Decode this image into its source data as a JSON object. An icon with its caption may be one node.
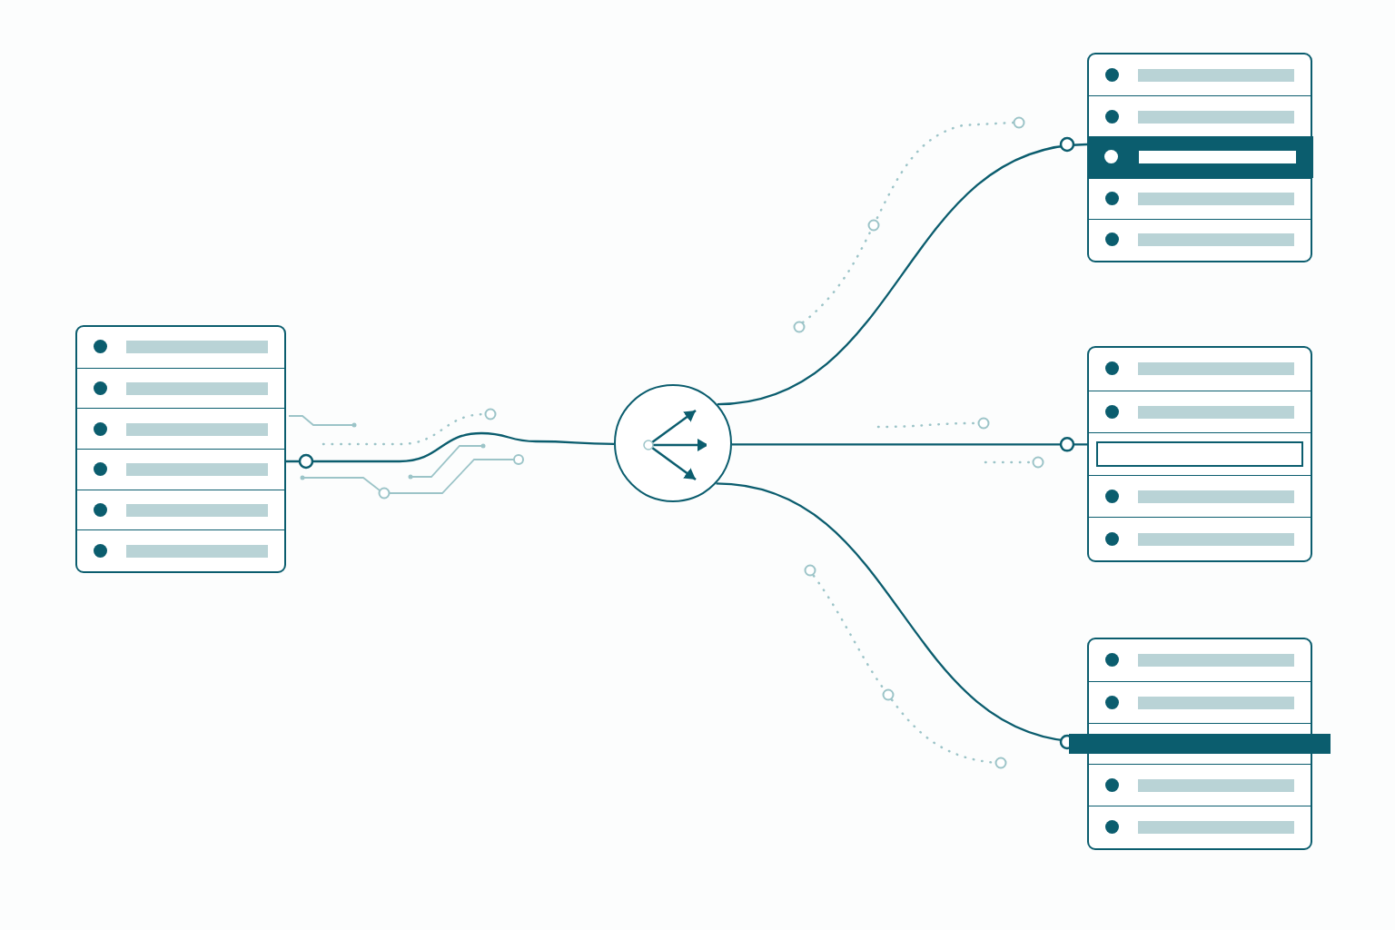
{
  "diagram": {
    "nodes": [
      {
        "text": [],
        "shape": "box"
      },
      {
        "text": [],
        "shape": "circle"
      },
      {
        "text": [],
        "shape": "box"
      },
      {
        "text": [],
        "shape": "box"
      },
      {
        "text": [],
        "shape": "box"
      }
    ],
    "edges": [
      {
        "from": 1,
        "to": 0,
        "arrow": "other"
      },
      {
        "from": 1,
        "to": 2,
        "arrow": "other"
      },
      {
        "from": 1,
        "to": 3,
        "arrow": "other"
      },
      {
        "from": 1,
        "to": 4,
        "arrow": "other"
      }
    ]
  }
}
